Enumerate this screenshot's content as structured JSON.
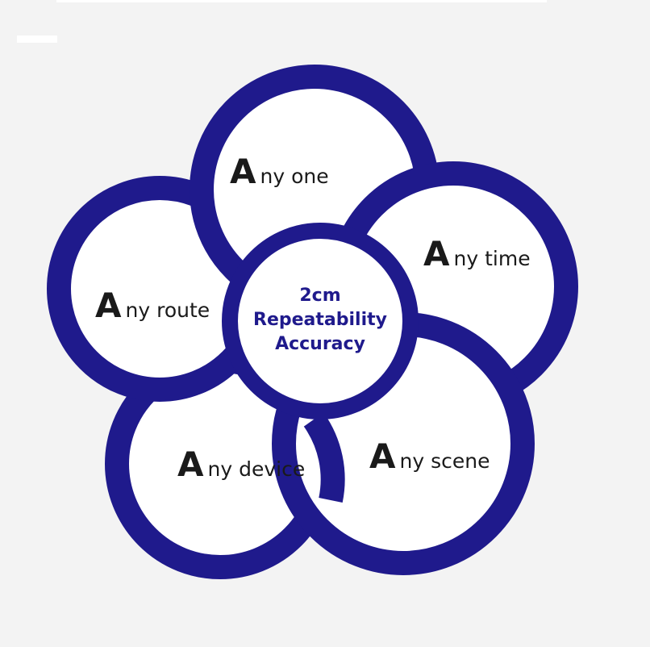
{
  "colors": {
    "ring": "#1f1a8c",
    "fill": "#ffffff",
    "background": "#f3f3f3",
    "label_text": "#1a1a1a",
    "center_text": "#1f1a8c"
  },
  "petals": [
    {
      "cap": "A",
      "rest": "ny one"
    },
    {
      "cap": "A",
      "rest": "ny time"
    },
    {
      "cap": "A",
      "rest": "ny scene"
    },
    {
      "cap": "A",
      "rest": "ny device"
    },
    {
      "cap": "A",
      "rest": "ny route"
    }
  ],
  "center": {
    "line1": "2cm",
    "line2": "Repeatability",
    "line3": "Accuracy"
  }
}
